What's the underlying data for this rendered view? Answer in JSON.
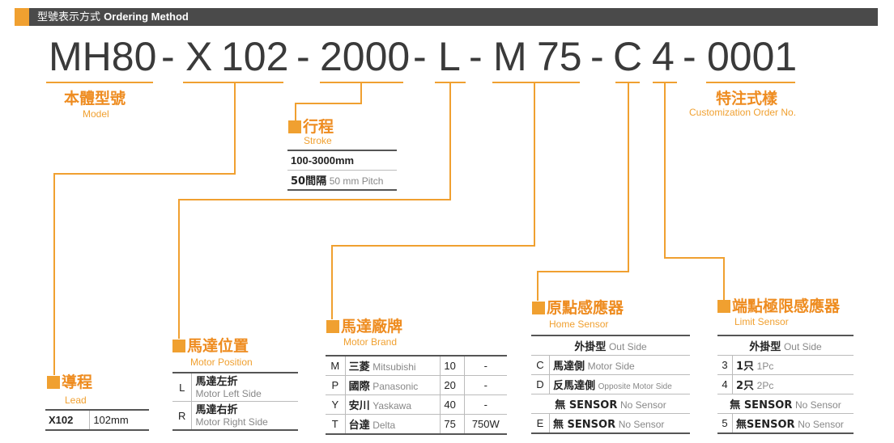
{
  "header": {
    "title_cjk": "型號表示方式",
    "title_en": "Ordering Method"
  },
  "code": {
    "mh80": "MH80",
    "d1": "-",
    "x": "X",
    "n102": "102",
    "d2": "-",
    "n2000": "2000",
    "d3": "-",
    "l": "L",
    "d4": "-",
    "m": "M",
    "n75": "75",
    "d5": "-",
    "c": "C",
    "n4": "4",
    "d6": "-",
    "n0001": "0001"
  },
  "model": {
    "title": "本體型號",
    "sub": "Model"
  },
  "custom": {
    "title": "特注式樣",
    "sub": "Customization Order No."
  },
  "stroke": {
    "title": "行程",
    "sub": "Stroke",
    "row1": "100-3000mm",
    "row2_cjk": "50間隔",
    "row2_en": "50 mm Pitch"
  },
  "lead": {
    "title": "導程",
    "sub": "Lead",
    "code": "X102",
    "value": "102mm"
  },
  "motor_position": {
    "title": "馬達位置",
    "sub": "Motor Position",
    "rows": [
      {
        "code": "L",
        "cjk": "馬達左折",
        "en": "Motor Left Side"
      },
      {
        "code": "R",
        "cjk": "馬達右折",
        "en": "Motor Right Side"
      }
    ]
  },
  "motor_brand": {
    "title": "馬達廠牌",
    "sub": "Motor Brand",
    "rows": [
      {
        "code": "M",
        "cjk": "三菱",
        "en": "Mitsubishi",
        "num": "10",
        "watt": "-"
      },
      {
        "code": "P",
        "cjk": "國際",
        "en": "Panasonic",
        "num": "20",
        "watt": "-"
      },
      {
        "code": "Y",
        "cjk": "安川",
        "en": "Yaskawa",
        "num": "40",
        "watt": "-"
      },
      {
        "code": "T",
        "cjk": "台達",
        "en": "Delta",
        "num": "75",
        "watt": "750W"
      }
    ]
  },
  "home_sensor": {
    "title": "原點感應器",
    "sub": "Home Sensor",
    "header_cjk": "外掛型",
    "header_en": "Out Side",
    "rows": [
      {
        "code": "C",
        "cjk": "馬達側",
        "en": "Motor Side"
      },
      {
        "code": "D",
        "cjk": "反馬達側",
        "en": "Opposite Motor Side"
      },
      {
        "code": "",
        "cjk": "無 SENSOR",
        "en": "No Sensor"
      },
      {
        "code": "E",
        "cjk": "無 SENSOR",
        "en": "No Sensor"
      }
    ]
  },
  "limit_sensor": {
    "title": "端點極限感應器",
    "sub": "Limit Sensor",
    "header_cjk": "外掛型",
    "header_en": "Out Side",
    "rows": [
      {
        "code": "3",
        "cjk": "1只",
        "en": "1Pc"
      },
      {
        "code": "4",
        "cjk": "2只",
        "en": "2Pc"
      },
      {
        "code": "",
        "cjk": "無 SENSOR",
        "en": "No Sensor"
      },
      {
        "code": "5",
        "cjk": "無SENSOR",
        "en": "No Sensor"
      }
    ]
  },
  "colors": {
    "accent": "#f0a030",
    "title": "#ee8c20",
    "header_bg": "#4a4a4a"
  }
}
